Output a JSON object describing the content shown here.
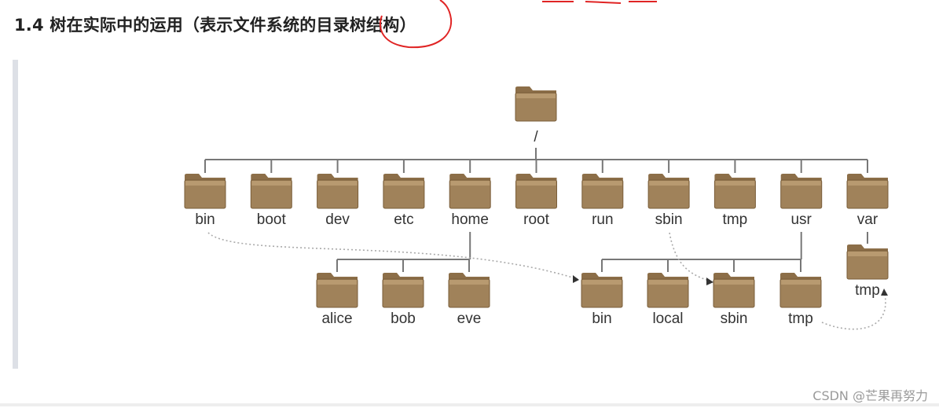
{
  "heading": "1.4 树在实际中的运用（表示文件系统的目录树结构）",
  "watermark": "CSDN @芒果再努力",
  "annotation_color": "#e02424",
  "folder_color": "#a0825a",
  "tree": {
    "root": "/",
    "level1": [
      "bin",
      "boot",
      "dev",
      "etc",
      "home",
      "root",
      "run",
      "sbin",
      "tmp",
      "usr",
      "var"
    ],
    "home_children": [
      "alice",
      "bob",
      "eve"
    ],
    "usr_children": [
      "bin",
      "local",
      "sbin",
      "tmp"
    ],
    "var_children": [
      "tmp"
    ]
  }
}
